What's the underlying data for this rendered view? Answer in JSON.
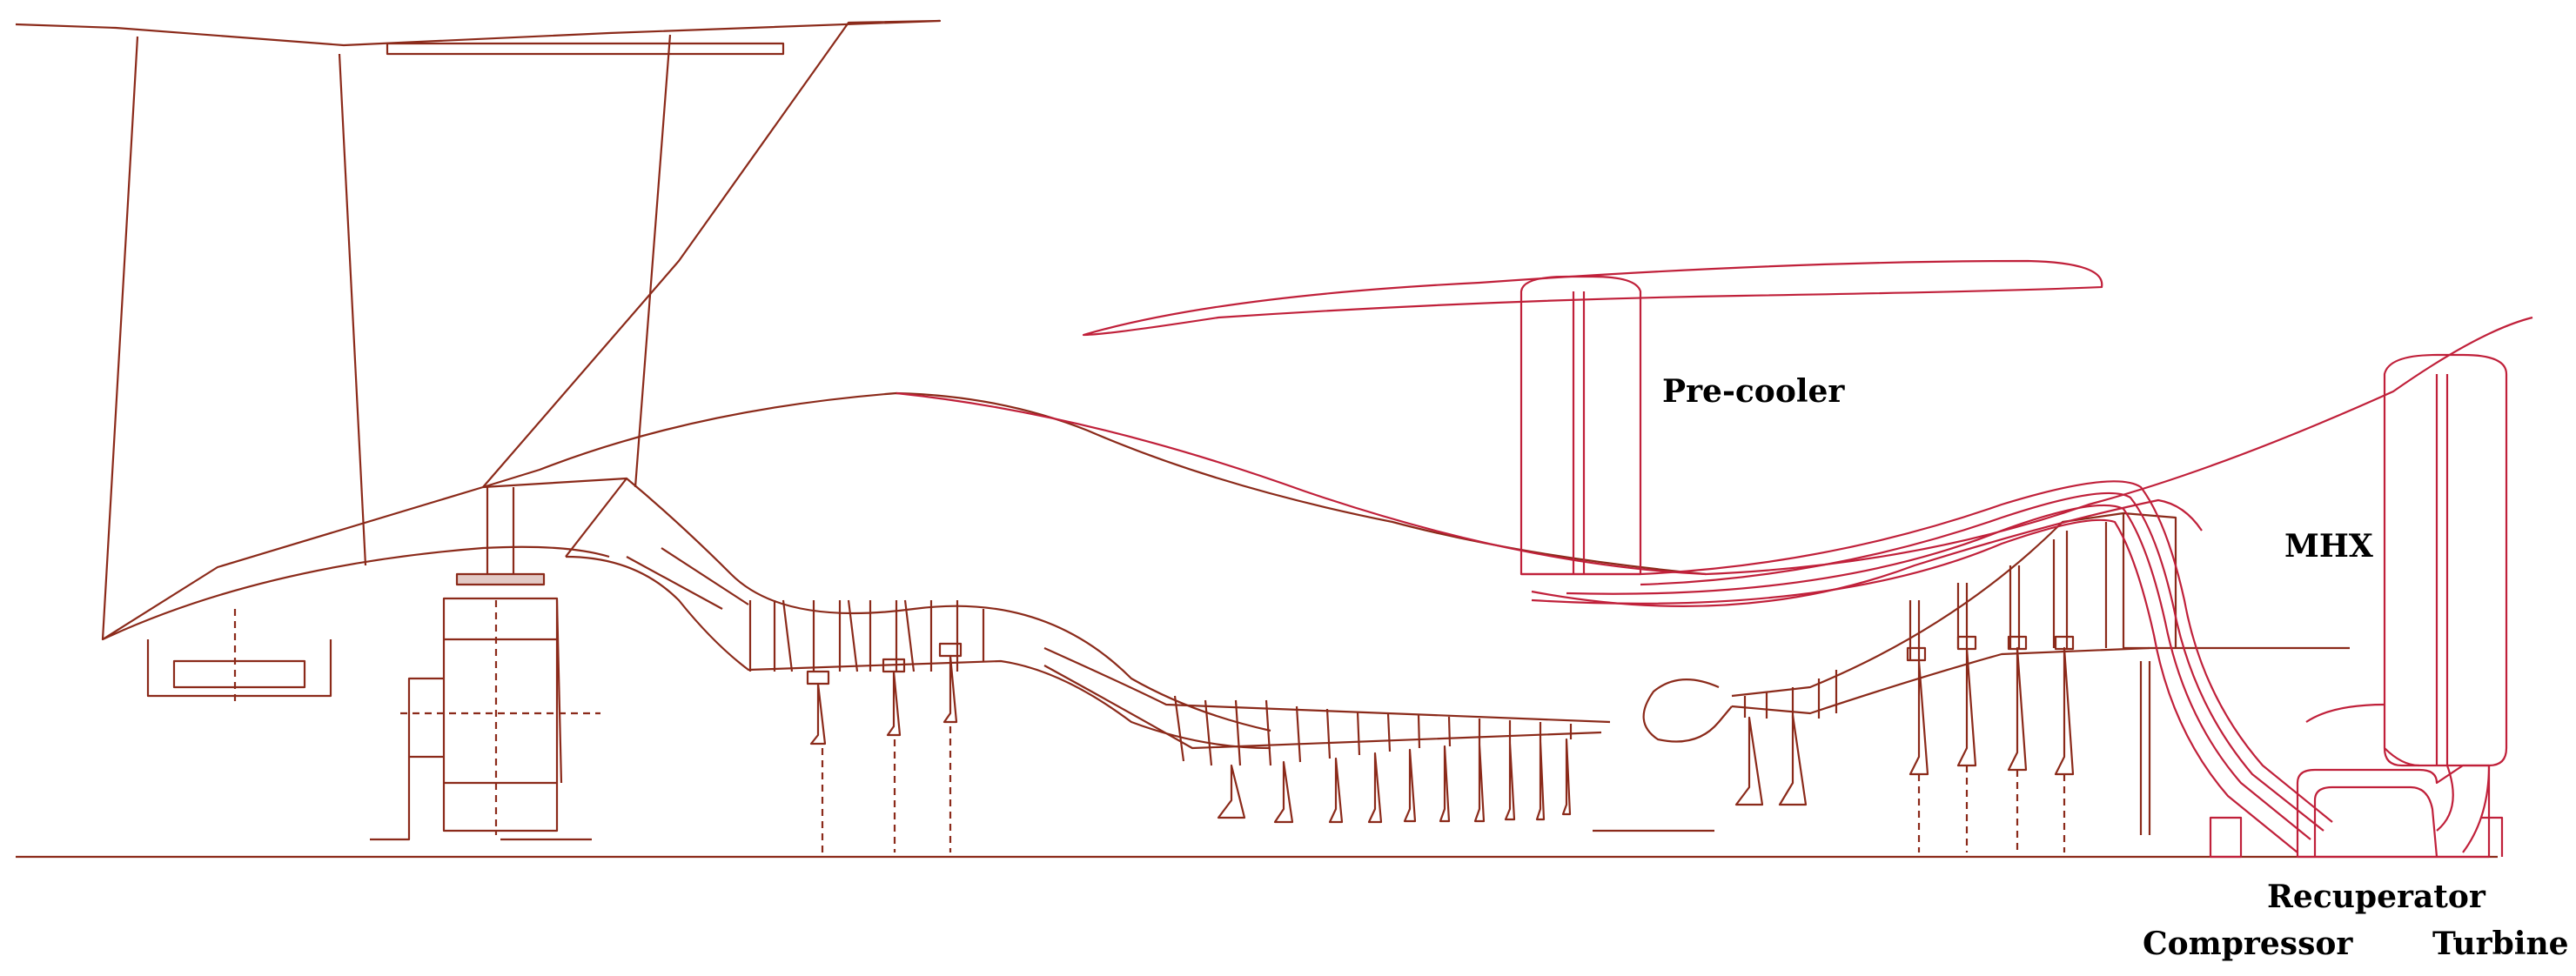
{
  "colors": {
    "background": "#ffffff",
    "engine_lines": "#8b2a1a",
    "heat_exchanger_lines": "#c0203a",
    "labels": "#000000"
  },
  "labels": {
    "precooler": "Pre-cooler",
    "mhx": "MHX",
    "recuperator": "Recuperator",
    "compressor": "Compressor",
    "turbine": "Turbine"
  }
}
